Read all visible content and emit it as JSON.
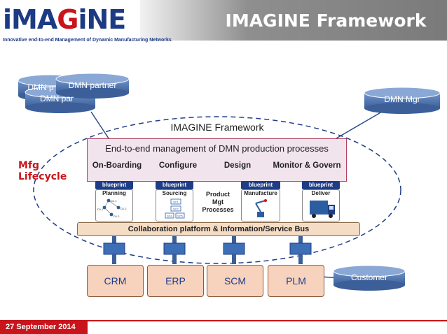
{
  "header": {
    "title": "IMAGINE Framework",
    "logo_text_1": "iMA",
    "logo_text_2": "G",
    "logo_text_3": "iNE",
    "tagline": "Innovative end-to-end Management of Dynamic Manufacturing Networks"
  },
  "cylinders": {
    "dmn_partner_back": "DMN p",
    "dmn_partner_mid": "DMN par",
    "dmn_partner_front": "DMN partner",
    "dmn_mgr": "DMN Mgr",
    "customer": "Customer"
  },
  "diagram": {
    "framework_label": "IMAGINE Framework",
    "lifecycle_label": "Mfg Lifecycle",
    "e2e_title": "End-to-end management of DMN production processes",
    "lifecycle_steps": [
      "On-Boarding",
      "Configure",
      "Design",
      "Monitor & Govern"
    ],
    "blueprints": [
      {
        "tab": "blueprint",
        "title": "Planning"
      },
      {
        "tab": "blueprint",
        "title": "Sourcing"
      },
      {
        "tab": "blueprint",
        "title": "Manufacture"
      },
      {
        "tab": "blueprint",
        "title": "Deliver"
      }
    ],
    "product_mgt": [
      "Product",
      "Mgt",
      "Processes"
    ],
    "planning_nodes": [
      "D1.1",
      "D1.1",
      "D1.2",
      "D1.2"
    ],
    "sourcing_nodes": [
      "SC1",
      "SC2",
      "SC4",
      "SC5"
    ],
    "collab_bus": "Collaboration platform & Information/Service Bus",
    "systems": [
      "CRM",
      "ERP",
      "SCM",
      "PLM"
    ]
  },
  "footer": {
    "date": "27 September 2014"
  },
  "colors": {
    "brand_blue": "#1d3a84",
    "brand_red": "#c8151b",
    "cylinder_blue": "#4a72b0",
    "arrow_gray": "#a8a8a8",
    "system_fill": "#f7d2bd"
  }
}
